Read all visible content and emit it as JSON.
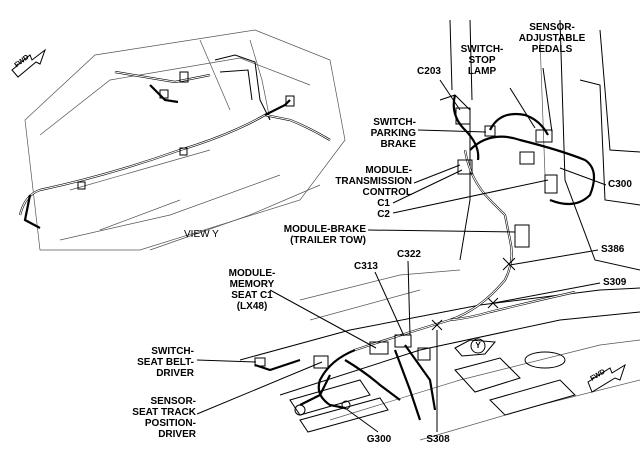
{
  "view_label": "VIEW Y",
  "view_marker": "Y",
  "arrow_text": "FWD",
  "labels": {
    "sensor_adjustable_pedals": "SENSOR-\nADJUSTABLE\nPEDALS",
    "switch_stop_lamp": "SWITCH-\nSTOP\nLAMP",
    "c203": "C203",
    "switch_parking_brake": "SWITCH-\nPARKING\nBRAKE",
    "module_transmission_control": "MODULE-\nTRANSMISSION\nCONTROL",
    "c1": "C1",
    "c2": "C2",
    "c300": "C300",
    "module_brake": "MODULE-BRAKE\n(TRAILER TOW)",
    "s386": "S386",
    "s309": "S309",
    "c313": "C313",
    "c322": "C322",
    "module_memory_seat": "MODULE-\nMEMORY\nSEAT C1\n(LX48)",
    "switch_seat_belt": "SWITCH-\nSEAT BELT-\nDRIVER",
    "sensor_seat_track": "SENSOR-\nSEAT TRACK\nPOSITION-\nDRIVER",
    "g300": "G300",
    "s308": "S308"
  }
}
